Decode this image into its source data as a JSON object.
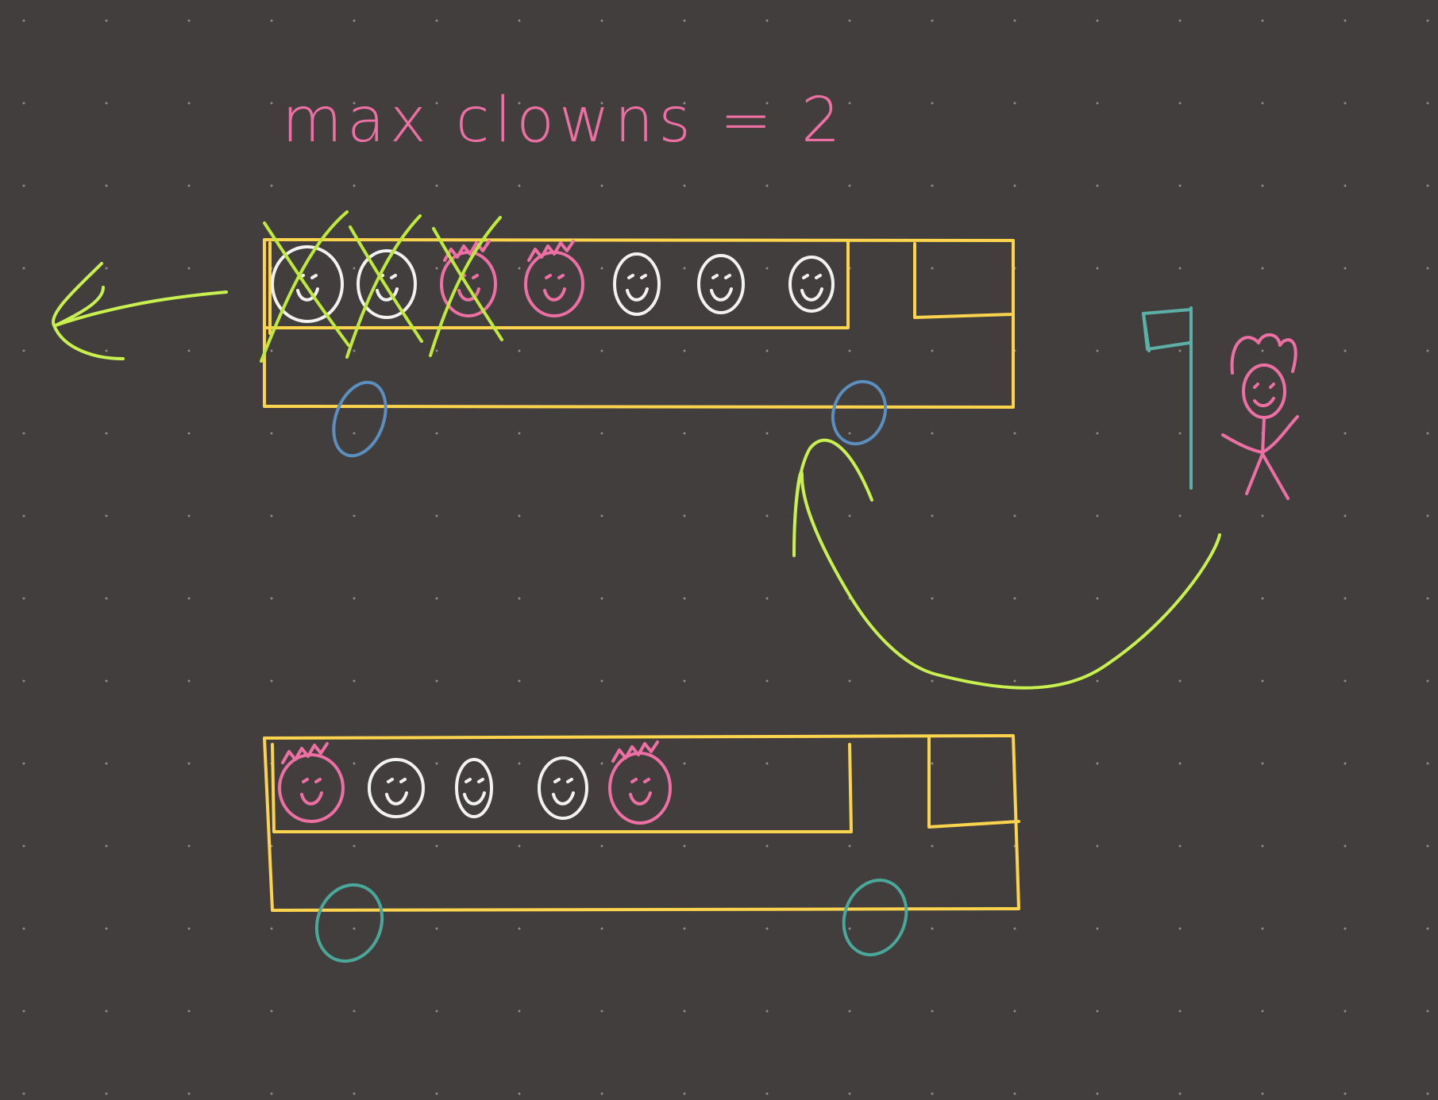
{
  "canvas": {
    "background": "#423e3d",
    "dot_grid": true
  },
  "caption": {
    "text": "max clowns = 2",
    "color": "#ee6fa4"
  },
  "colors": {
    "bus": "#fcd34d",
    "arrow": "#c8f04f",
    "clown_white": "#f2f2f2",
    "clown_pink": "#ee6fa4",
    "wheel_top": "#5b8fc0",
    "wheel_bottom": "#4aa89a",
    "flag": "#5bb0a8",
    "cross_out": "#bfea3c"
  },
  "top_bus": {
    "clowns": [
      {
        "color": "pink_or_white",
        "kind": "white",
        "crossed": true
      },
      {
        "kind": "white",
        "crossed": true
      },
      {
        "kind": "pink",
        "crossed": true
      },
      {
        "kind": "pink",
        "crossed": false
      },
      {
        "kind": "white",
        "crossed": false
      },
      {
        "kind": "white",
        "crossed": false
      },
      {
        "kind": "white",
        "crossed": false
      }
    ]
  },
  "bottom_bus": {
    "clowns": [
      {
        "kind": "pink"
      },
      {
        "kind": "white"
      },
      {
        "kind": "white"
      },
      {
        "kind": "white"
      },
      {
        "kind": "pink"
      }
    ]
  },
  "icons": {
    "left_arrow": "arrow-left-icon",
    "curved_arrow": "curved-arrow-icon",
    "flag": "flag-icon",
    "stick_figure": "stick-figure-clown-icon"
  }
}
